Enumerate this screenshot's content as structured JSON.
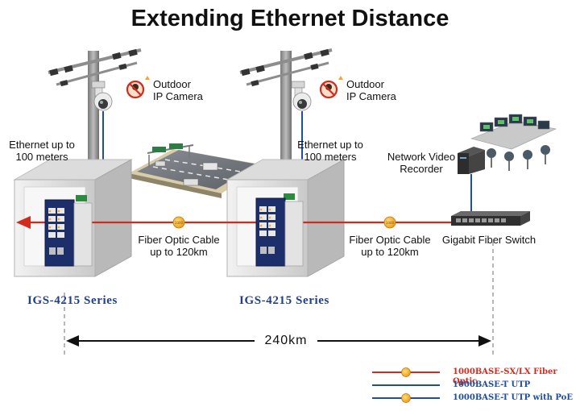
{
  "title": "Extending Ethernet Distance",
  "camera_left": {
    "line1": "Outdoor",
    "line2": "IP Camera"
  },
  "camera_right": {
    "line1": "Outdoor",
    "line2": "IP Camera"
  },
  "ethernet_left": {
    "line1": "Ethernet up to",
    "line2": "100 meters"
  },
  "ethernet_right": {
    "line1": "Ethernet up to",
    "line2": "100 meters"
  },
  "nvr": {
    "line1": "Network Video",
    "line2": "Recorder"
  },
  "fiber_left": {
    "line1": "Fiber Optic Cable",
    "line2": "up to 120km"
  },
  "fiber_right": {
    "line1": "Fiber Optic Cable",
    "line2": "up to 120km"
  },
  "fiber_switch": "Gigabit Fiber Switch",
  "switch_left_series": "IGS-4215 Series",
  "switch_right_series": "IGS-4215 Series",
  "distance": "240km",
  "legend": [
    {
      "label": "1000BASE-SX/LX Fiber Optic",
      "color": "#d42a1e"
    },
    {
      "label": "1000BASE-T UTP",
      "color": "#1f4e9c"
    },
    {
      "label": "1000BASE-T UTP with PoE",
      "color": "#1f4e9c"
    }
  ],
  "colors": {
    "fiber": "#d42a1e",
    "utp": "#1f4e9c",
    "series_text": "#1f3f87",
    "fiber_marker": "#f5a623"
  }
}
